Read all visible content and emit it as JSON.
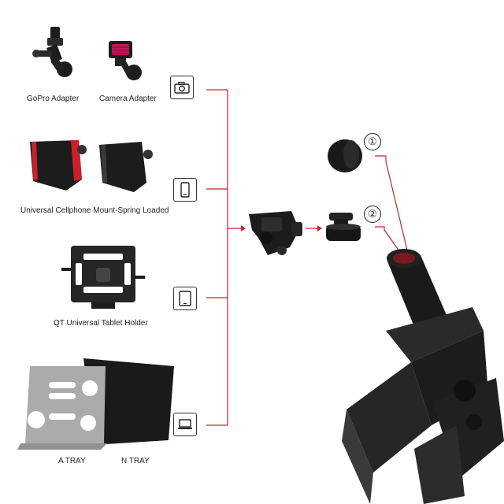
{
  "accessories": {
    "gopro_adapter": "GoPro Adapter",
    "camera_adapter": "Camera Adapter",
    "cellphone_mount": "Universal Cellphone Mount-Spring Loaded",
    "tablet_holder": "QT Universal Tablet Holder",
    "a_tray": "A TRAY",
    "n_tray": "N TRAY"
  },
  "callouts": {
    "one": "①",
    "two": "②"
  },
  "icons": [
    "camera-icon",
    "phone-icon",
    "tablet-icon",
    "laptop-icon"
  ],
  "colors": {
    "connector_line": "#c0262c",
    "metal_dark": "#1c1c1c",
    "tray_silver": "#a9abad"
  }
}
